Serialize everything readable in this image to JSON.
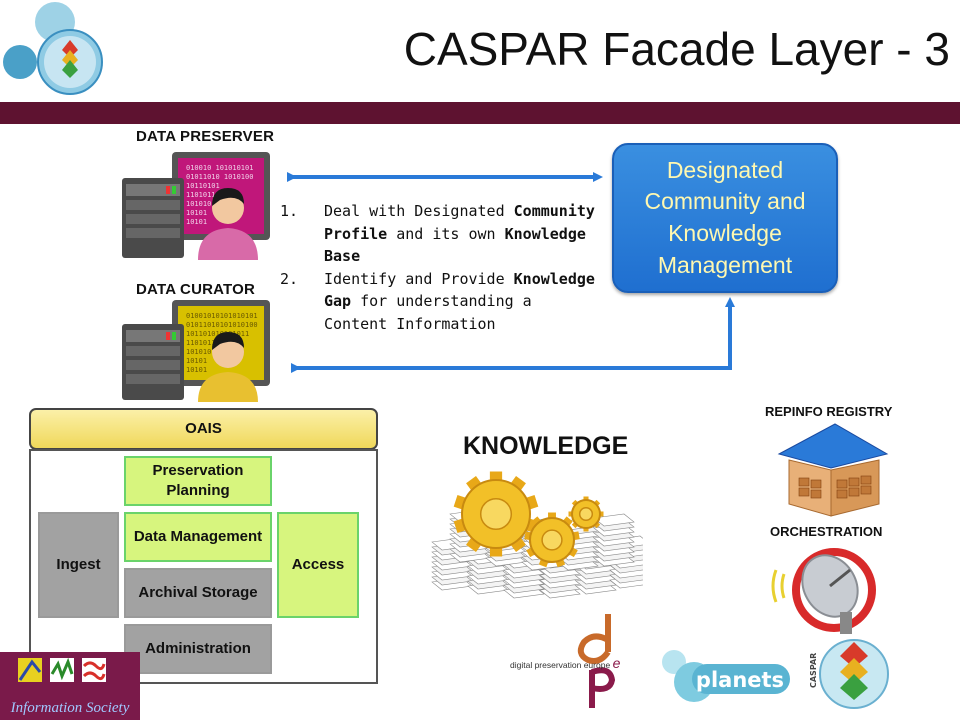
{
  "slide": {
    "title": "CASPAR Facade Layer - 3"
  },
  "roles": {
    "data_preserver": "DATA PRESERVER",
    "data_curator": "DATA CURATOR"
  },
  "binary": {
    "preserver": [
      "010010 101010101",
      "01011010 1010100",
      "10110101",
      "1101011",
      "101010",
      "10101",
      "10101"
    ],
    "curator": [
      "01001010101010101",
      "01011010101010100",
      "101101010101011",
      "1101011",
      "101010",
      "10101",
      "10101"
    ]
  },
  "dc_box": {
    "lines": [
      "Designated",
      "Community and",
      "Knowledge",
      "Management"
    ]
  },
  "steps": {
    "one": {
      "num": "1.",
      "a": "Deal with Designated ",
      "b": "Community Profile",
      "c": " and its own ",
      "d": "Knowledge Base"
    },
    "two": {
      "num": "2.",
      "a": "Identify and Provide ",
      "b": "Knowledge Gap",
      "c": " for understanding a Content Information"
    }
  },
  "oais": {
    "label": "OAIS",
    "ingest": "Ingest",
    "access": "Access",
    "preservation_planning": "Preservation Planning",
    "data_management": "Data Management",
    "archival_storage": "Archival Storage",
    "administration": "Administration"
  },
  "knowledge": {
    "label": "KNOWLEDGE"
  },
  "right_labels": {
    "repinfo": "REPINFO REGISTRY",
    "orchestration": "ORCHESTRATION"
  },
  "logos": {
    "dpe": "digital preservation europe",
    "dpe_e": "e",
    "planets": "planets",
    "caspar": "CASPAR",
    "info_society": "Information Society"
  },
  "colors": {
    "band": "#5e1230",
    "dc_box": "#1f6fd0",
    "dc_text": "#fff8b0",
    "oais_green": "#d7f57e",
    "oais_grey": "#a2a2a2",
    "arrow": "#2a7ad8"
  }
}
